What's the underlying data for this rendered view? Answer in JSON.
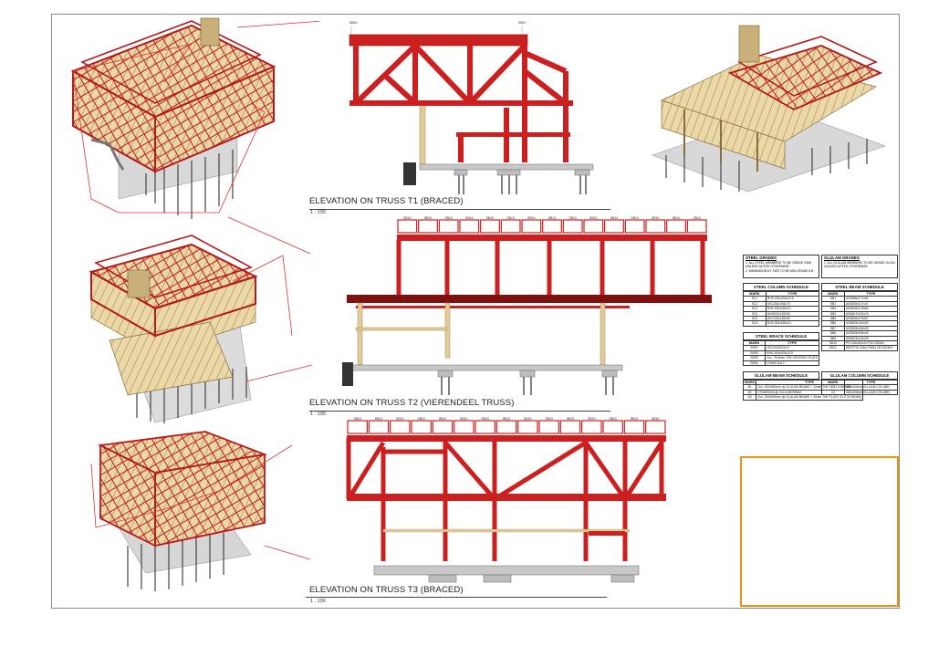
{
  "elevations": [
    {
      "title": "ELEVATION ON TRUSS T1 (BRACED)",
      "scale": "1 : 100"
    },
    {
      "title": "ELEVATION ON TRUSS T2 (VIERENDEEL TRUSS)",
      "scale": "1 : 100"
    },
    {
      "title": "ELEVATION ON TRUSS T3 (BRACED)",
      "scale": "1 : 100"
    }
  ],
  "notes": {
    "steel_grades": {
      "title": "STEEL GRADES",
      "lines": [
        "1.  ALL STEEL MEMBERS TO BE GRADE S355",
        "    UNLESS NOTED OTHERWISE",
        "2.  MINIMUM BOLT SIZE TO BE M16 GRADE 8.8"
      ]
    },
    "glulam_grades": {
      "title": "GLULAM GRADES",
      "lines": [
        "1.  ALL GLULAM MEMBERS TO BE GRADE GL24h",
        "    UNLESS NOTED OTHERWISE"
      ]
    }
  },
  "schedules": {
    "steel_column": {
      "title": "STEEL COLUMN SCHEDULE",
      "headers": [
        "MARK",
        "TYPE"
      ],
      "rows": [
        [
          "SC1",
          "RHS 400x200x12.5"
        ],
        [
          "SC2",
          "UKC254x254x73"
        ],
        [
          "SC3",
          "SHS 150x150x10"
        ],
        [
          "SC4",
          "UKB203x133x30"
        ],
        [
          "SC5",
          "UKC152x152x30"
        ],
        [
          "SC6",
          "SHS 150x150x10"
        ]
      ]
    },
    "steel_beam": {
      "title": "STEEL BEAM SCHEDULE",
      "headers": [
        "MARK",
        "TYPE"
      ],
      "rows": [
        [
          "SB1",
          "UKB356x171x51"
        ],
        [
          "SB2",
          "UKB305x127x37"
        ],
        [
          "SB3",
          "UKB406x178x60"
        ],
        [
          "SB4",
          "UKB457x191x74"
        ],
        [
          "SB5",
          "UKB406x178x67"
        ],
        [
          "SB6",
          "UKB533x210x92"
        ],
        [
          "SB7",
          "UKB254x146x43"
        ],
        [
          "SB8",
          "UKB305x165x40"
        ],
        [
          "SB9",
          "UKB203x133x25"
        ],
        [
          "SB10",
          "PFC150x90x24 PCE DOWN"
        ],
        [
          "SB11",
          "WESTOK 406x178x54 CB 250/600"
        ]
      ]
    },
    "steel_brace": {
      "title": "STEEL BRACE SCHEDULE",
      "headers": [
        "MARK",
        "TYPE"
      ],
      "rows": [
        [
          "SBR1",
          "UKC203x203x71"
        ],
        [
          "SBR2",
          "RHS 400x200x12.5"
        ],
        [
          "SBR3",
          "2no. 75x8mm THK CROSSED PLATE"
        ],
        [
          "SBR4",
          "CHS60.3x3.2"
        ]
      ]
    },
    "glulam_beam": {
      "title": "GLULAM BEAM SCHEDULE",
      "headers": [
        "MARK",
        "TYPE"
      ],
      "rows": [
        [
          "B1",
          "2no. 200x600mm dp GLULAM BEAMS + 20mm THK FLITCH BEAMS"
        ],
        [
          "B2",
          "270x600mm dp GLULAM BEAM"
        ],
        [
          "B3",
          "2no. 200x600mm dp GLULAM BEAMS + 20mm THK PLATE (FLITCH BEAM)"
        ]
      ]
    },
    "glulam_column": {
      "title": "GLULAM COLUMN SCHEDULE",
      "headers": [
        "MARK",
        "TYPE"
      ],
      "rows": [
        [
          "C1",
          "400x400mm GLULAM COLUMN"
        ],
        [
          "C2",
          "400x400mm GLULAM COLUMN"
        ]
      ]
    }
  },
  "truss_labels": {
    "t1_top": [
      "SB10",
      "SB10"
    ],
    "t2_top": [
      "SB10",
      "SB10",
      "SB10",
      "SB10",
      "SB10",
      "SB10",
      "SB10",
      "SB10",
      "SB10",
      "SB10",
      "SB10",
      "SB10",
      "SB10",
      "SB10",
      "SB10"
    ],
    "t3_top": [
      "SB10",
      "SB10",
      "SB10",
      "SB10",
      "SB10",
      "SB10",
      "SB10",
      "SB10",
      "SB10",
      "SB10",
      "SB10",
      "SB10",
      "SB10",
      "SB10",
      "SB10"
    ]
  },
  "colors": {
    "steel": "#cc1f1f",
    "steel_dark": "#7e1010",
    "timber": "#e8d3a3",
    "timber_dark": "#b99a60",
    "concrete": "#c6c6c6",
    "highlight": "#e8930e",
    "leader": "#e03030"
  }
}
